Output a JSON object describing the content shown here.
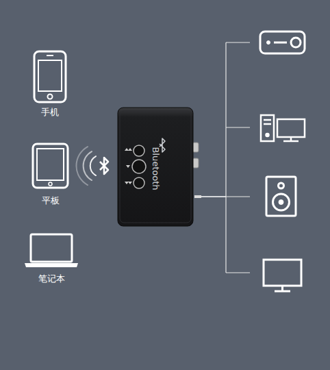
{
  "diagram": {
    "nodes": [
      {
        "text": [
          "手机"
        ]
      },
      {
        "text": [
          "平板"
        ]
      },
      {
        "text": [
          "笔记本"
        ]
      },
      {
        "text": [
          "Bluetooth"
        ]
      }
    ]
  }
}
